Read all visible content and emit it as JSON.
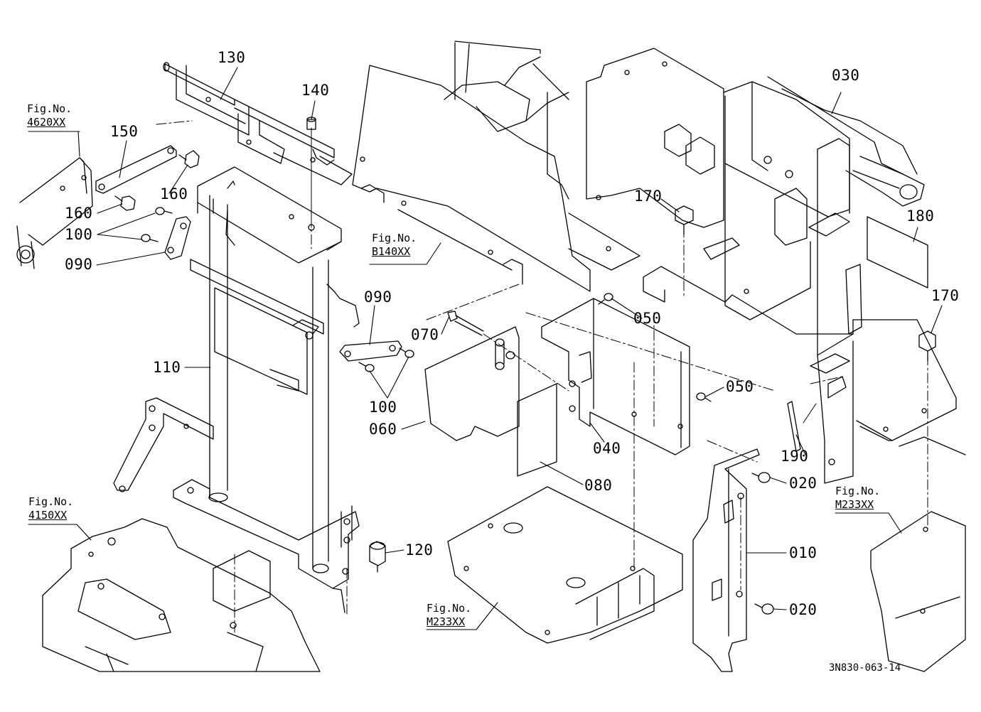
{
  "part_labels": [
    {
      "id": "p130",
      "text": "130"
    },
    {
      "id": "p140",
      "text": "140"
    },
    {
      "id": "p150",
      "text": "150"
    },
    {
      "id": "p160a",
      "text": "160"
    },
    {
      "id": "p160b",
      "text": "160"
    },
    {
      "id": "p100a",
      "text": "100"
    },
    {
      "id": "p090a",
      "text": "090"
    },
    {
      "id": "p110",
      "text": "110"
    },
    {
      "id": "p090b",
      "text": "090"
    },
    {
      "id": "p070",
      "text": "070"
    },
    {
      "id": "p100b",
      "text": "100"
    },
    {
      "id": "p060",
      "text": "060"
    },
    {
      "id": "p040",
      "text": "040"
    },
    {
      "id": "p080",
      "text": "080"
    },
    {
      "id": "p120",
      "text": "120"
    },
    {
      "id": "p050a",
      "text": "050"
    },
    {
      "id": "p050b",
      "text": "050"
    },
    {
      "id": "p030",
      "text": "030"
    },
    {
      "id": "p170a",
      "text": "170"
    },
    {
      "id": "p180",
      "text": "180"
    },
    {
      "id": "p170b",
      "text": "170"
    },
    {
      "id": "p190",
      "text": "190"
    },
    {
      "id": "p020a",
      "text": "020"
    },
    {
      "id": "p010",
      "text": "010"
    },
    {
      "id": "p020b",
      "text": "020"
    }
  ],
  "figure_refs": [
    {
      "id": "f4620",
      "prefix": "Fig.No.",
      "code": "4620XX"
    },
    {
      "id": "fB140",
      "prefix": "Fig.No.",
      "code": "B140XX"
    },
    {
      "id": "f4150",
      "prefix": "Fig.No.",
      "code": "4150XX"
    },
    {
      "id": "fM233a",
      "prefix": "Fig.No.",
      "code": "M233XX"
    },
    {
      "id": "fM233b",
      "prefix": "Fig.No.",
      "code": "M233XX"
    }
  ],
  "drawing_code": "3N830-063-14",
  "colors": {
    "line": "#000000",
    "background": "#ffffff"
  }
}
